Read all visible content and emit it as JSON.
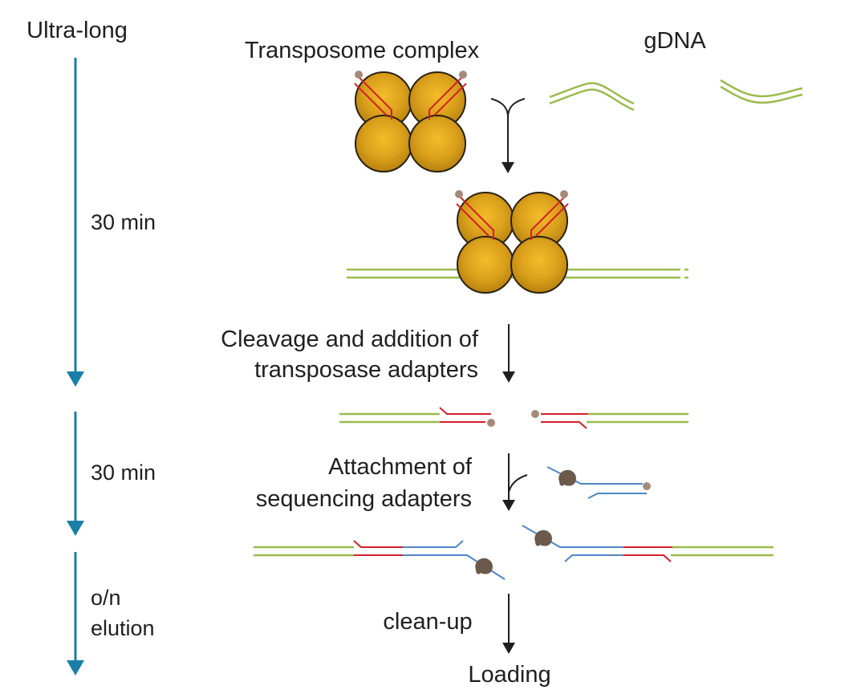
{
  "timeline": {
    "title": "Ultra-long",
    "stages": [
      {
        "lines": [
          "30 min"
        ]
      },
      {
        "lines": [
          "30 min"
        ]
      },
      {
        "lines": [
          "o/n",
          "elution"
        ]
      }
    ]
  },
  "steps": {
    "transposome_label": "Transposome complex",
    "gdna_label": "gDNA",
    "cleavage": [
      "Cleavage and addition of",
      "transposase adapters"
    ],
    "attachment": [
      "Attachment of",
      "sequencing adapters"
    ],
    "cleanup": "clean-up",
    "loading": "Loading"
  },
  "colors": {
    "timeline_arrow": "#1a7fa6",
    "dna": "#9bbb4e",
    "transposase_adapter": "#d42027",
    "sequencing_adapter": "#4d86c5",
    "protein": "#daa01c",
    "protein_outline": "#2a2111",
    "tether": "#a58a7a",
    "motor": "#6b5a4c",
    "flow_arrow": "#1f1f1f"
  },
  "icons": {
    "transposome": "transposome-protein-tetramer",
    "dna": "double-stranded-dna",
    "motor_protein": "motor-protein-icon"
  }
}
